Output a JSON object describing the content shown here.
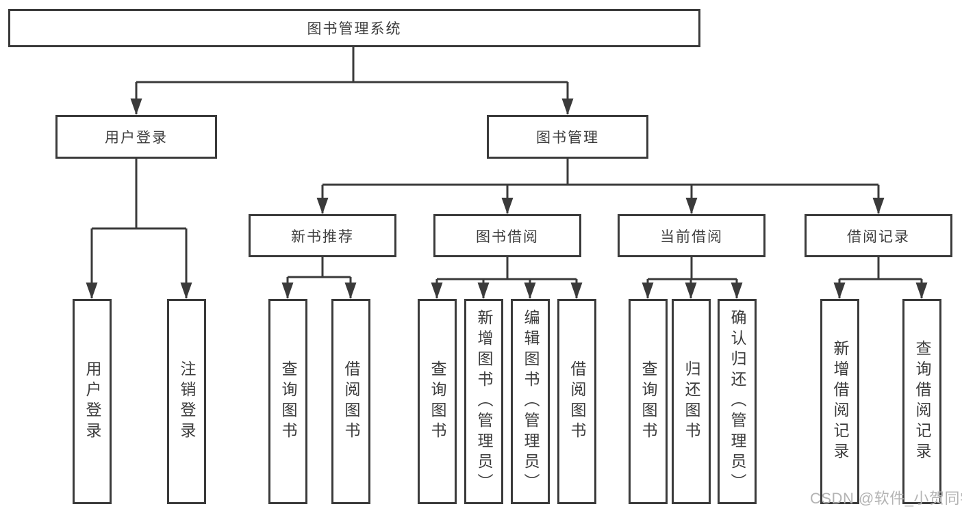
{
  "colors": {
    "line": "#3a3a3a",
    "text": "#3d3d3d",
    "background": "#ffffff",
    "watermark": "#b4b4b4"
  },
  "watermark": {
    "text": "CSDN @软件_小贺同学"
  },
  "tree": {
    "root": {
      "label": "图书管理系统",
      "children": [
        {
          "label": "用户登录",
          "children": [
            {
              "label": "用户登录"
            },
            {
              "label": "注销登录"
            }
          ]
        },
        {
          "label": "图书管理",
          "children": [
            {
              "label": "新书推荐",
              "children": [
                {
                  "label": "查询图书"
                },
                {
                  "label": "借阅图书"
                }
              ]
            },
            {
              "label": "图书借阅",
              "children": [
                {
                  "label": "查询图书"
                },
                {
                  "label": "新增图书（管理员）"
                },
                {
                  "label": "编辑图书（管理员）"
                },
                {
                  "label": "借阅图书"
                }
              ]
            },
            {
              "label": "当前借阅",
              "children": [
                {
                  "label": "查询图书"
                },
                {
                  "label": "归还图书"
                },
                {
                  "label": "确认归还（管理员）"
                }
              ]
            },
            {
              "label": "借阅记录",
              "children": [
                {
                  "label": "新增借阅记录"
                },
                {
                  "label": "查询借阅记录"
                }
              ]
            }
          ]
        }
      ]
    }
  }
}
